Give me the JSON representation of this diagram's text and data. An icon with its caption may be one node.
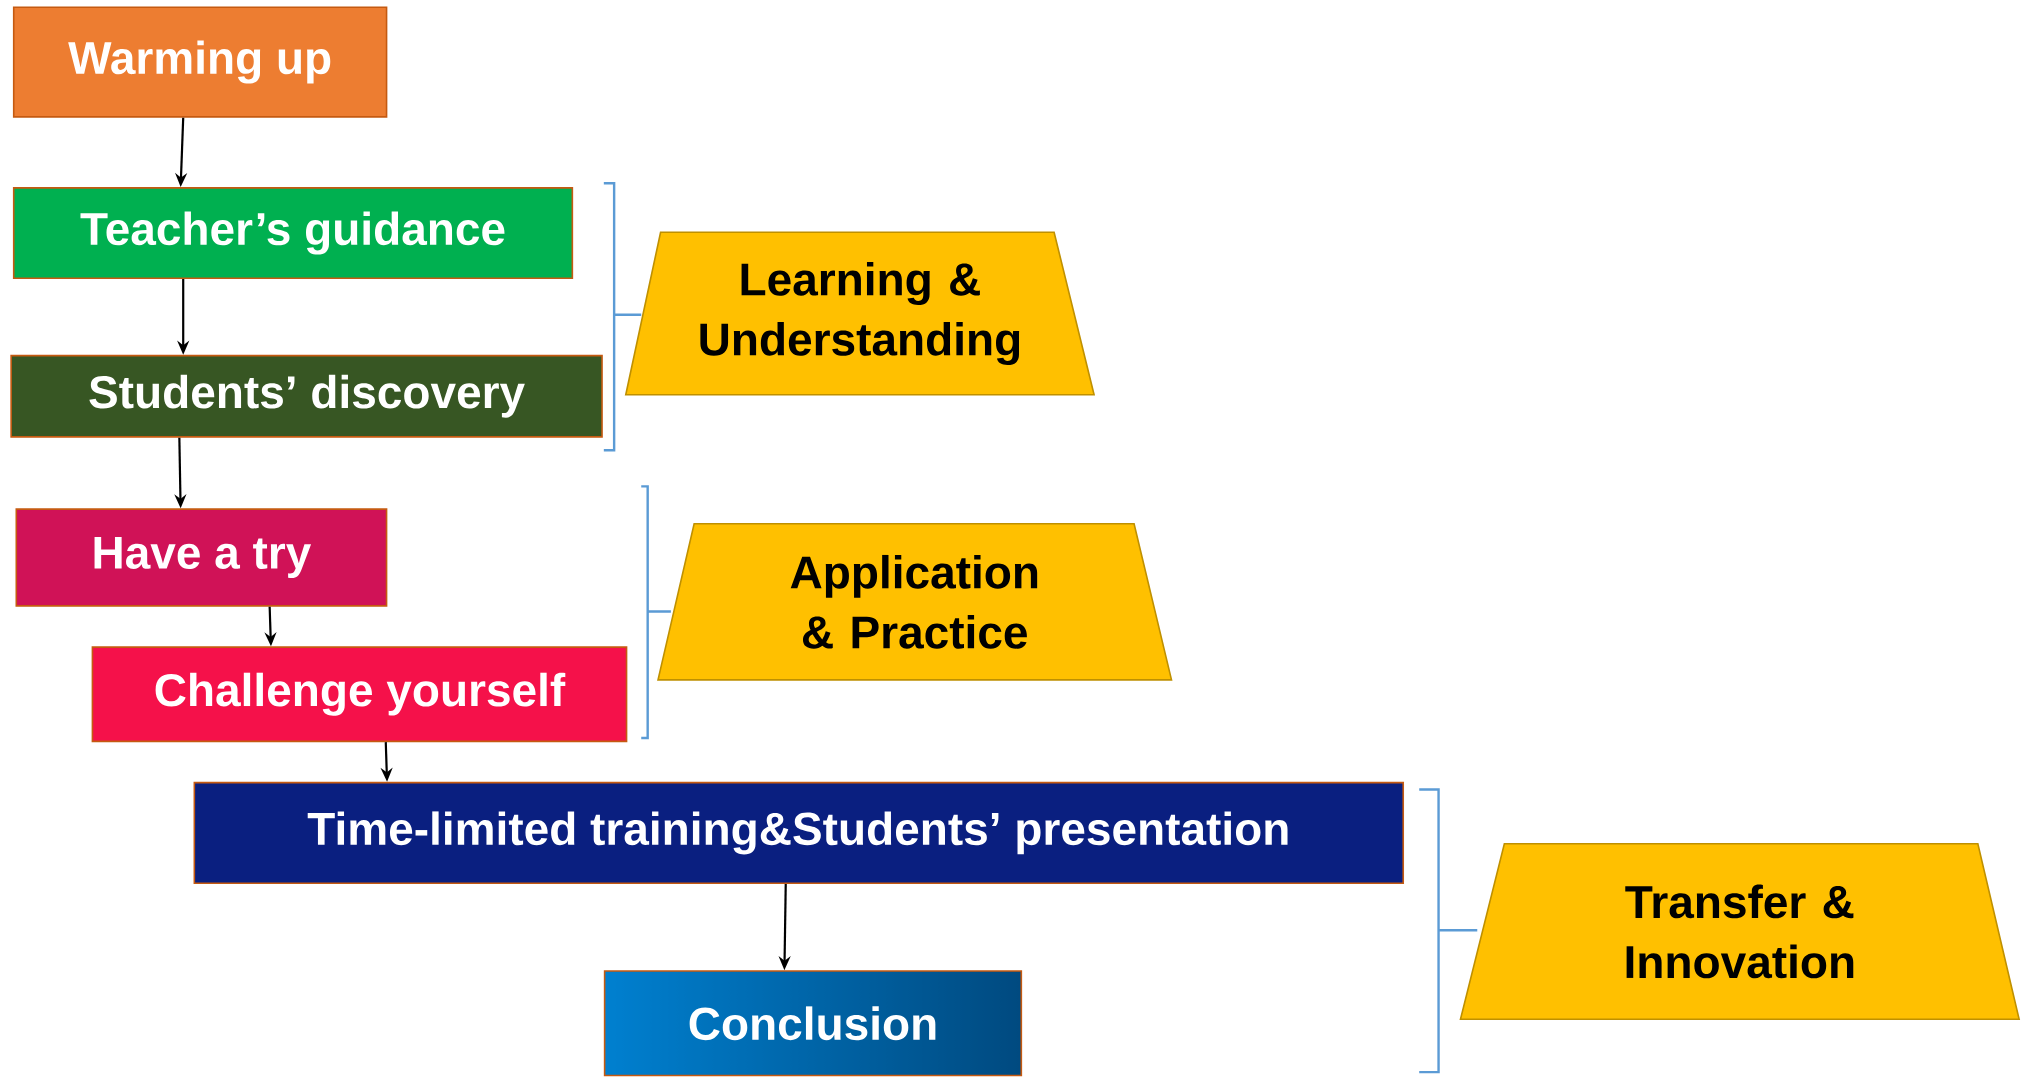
{
  "diagram": {
    "nodes": [
      {
        "text": [
          "Warming up"
        ]
      },
      {
        "text": [
          "Teacher’s guidance"
        ]
      },
      {
        "text": [
          "Students’ discovery"
        ]
      },
      {
        "text": [
          "Have a try"
        ]
      },
      {
        "text": [
          "Challenge yourself"
        ]
      },
      {
        "text": [
          "Time-limited training&Students’ presentation"
        ]
      },
      {
        "text": [
          "Conclusion"
        ]
      },
      {
        "text": [
          "Learning & Understanding"
        ]
      },
      {
        "text": [
          "Application & Practice"
        ]
      },
      {
        "text": [
          "Transfer & Innovation"
        ]
      }
    ],
    "edges": [
      {
        "from": 0,
        "to": 1,
        "arrow": "to"
      },
      {
        "from": 1,
        "to": 2,
        "arrow": "to"
      },
      {
        "from": 2,
        "to": 3,
        "arrow": "to"
      },
      {
        "from": 3,
        "to": 4,
        "arrow": "to"
      },
      {
        "from": 4,
        "to": 5,
        "arrow": "to"
      },
      {
        "from": 5,
        "to": 6,
        "arrow": "to"
      }
    ]
  }
}
